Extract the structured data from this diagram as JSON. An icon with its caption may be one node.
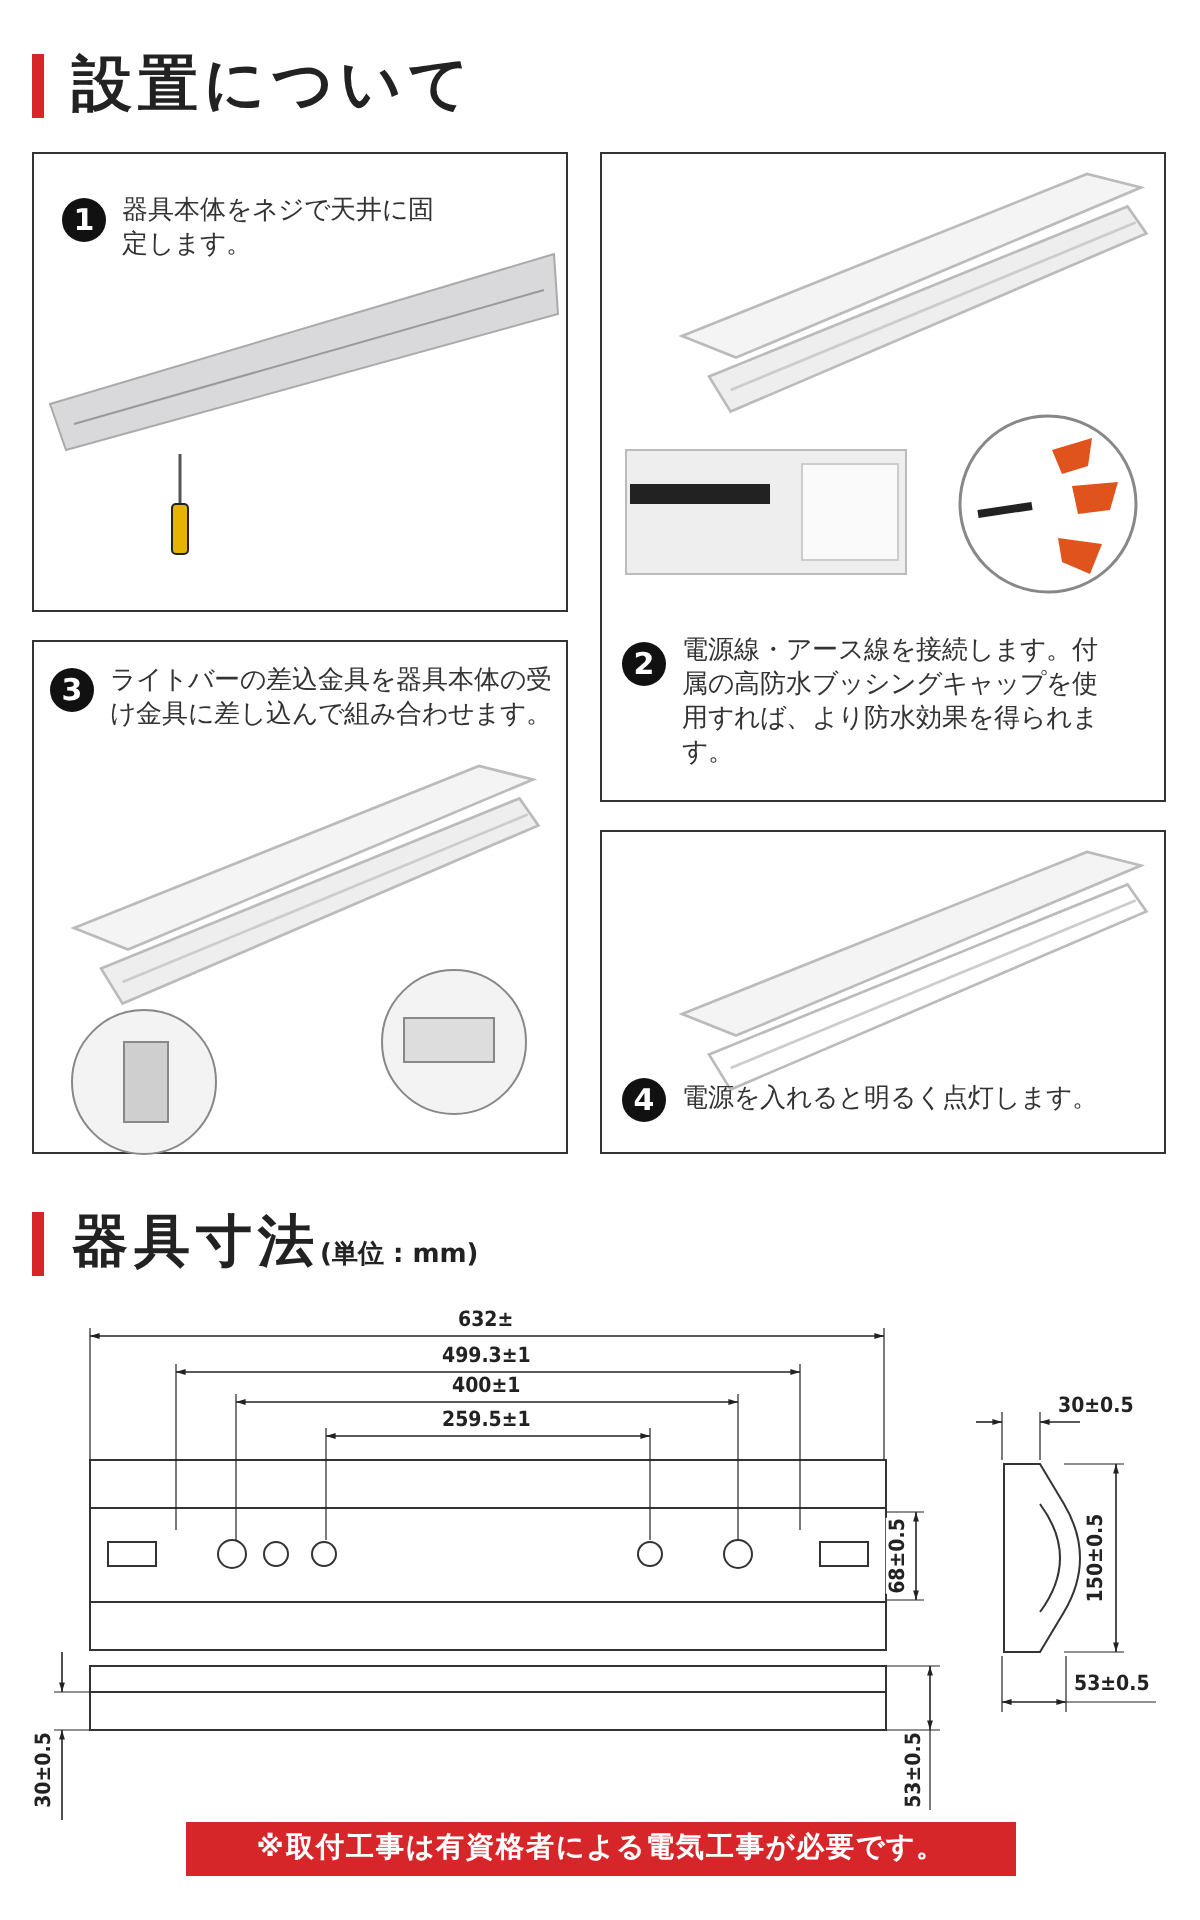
{
  "diagram": {
    "title": "設置について",
    "nodes": [
      {
        "text": [
          "1",
          "器具本体をネジで天井に固定します。"
        ]
      },
      {
        "text": [
          "2",
          "電源線・アース線を接続します。付属の高防水ブッシングキャップを使用すれば、より防水効果を得られます。"
        ]
      },
      {
        "text": [
          "3",
          "ライトバーの差込金具を器具本体の受け金具に差し込んで組み合わせます。"
        ]
      },
      {
        "text": [
          "4",
          "電源を入れると明るく点灯します。"
        ]
      },
      {
        "text": [
          "※取付工事は有資格者による電気工事が必要です。"
        ]
      }
    ],
    "labels": [
      "器具寸法",
      "(単位 : mm)",
      "632±",
      "499.3±1",
      "400±1",
      "259.5±1",
      "30±0.5",
      "68±0.5",
      "150±0.5",
      "53±0.5",
      "30±0.5",
      "53±0.5"
    ]
  }
}
